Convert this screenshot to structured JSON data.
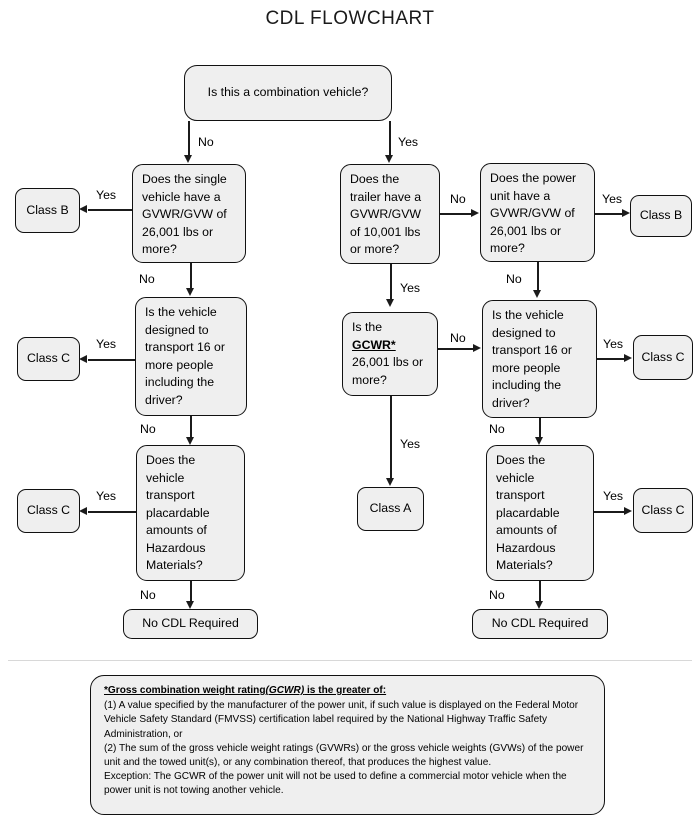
{
  "title": "CDL FLOWCHART",
  "colors": {
    "node_fill": "#efefef",
    "node_border": "#111111",
    "text": "#000000",
    "connector": "#1b1b1b"
  },
  "chart_data": {
    "type": "diagram",
    "title": "CDL FLOWCHART",
    "nodes": [
      {
        "id": "root",
        "label": "Is this a combination vehicle?"
      },
      {
        "id": "single_gvwr",
        "label": "Does the single vehicle have a GVWR/GVW of 26,001 lbs or more?"
      },
      {
        "id": "left_b",
        "label": "Class B"
      },
      {
        "id": "left_pax",
        "label": "Is the vehicle designed to transport 16 or more people including the driver?"
      },
      {
        "id": "left_c1",
        "label": "Class C"
      },
      {
        "id": "left_haz",
        "label": "Does the vehicle transport placardable amounts of Hazardous Materials?"
      },
      {
        "id": "left_c2",
        "label": "Class C"
      },
      {
        "id": "left_nocdl",
        "label": "No CDL Required"
      },
      {
        "id": "trailer_gvwr",
        "label": "Does the trailer have a GVWR/GVW of 10,001 lbs or more?"
      },
      {
        "id": "gcwr",
        "label": "Is the GCWR* 26,001 lbs or more?"
      },
      {
        "id": "class_a",
        "label": "Class A"
      },
      {
        "id": "power_gvwr",
        "label": "Does the power unit have a GVWR/GVW of 26,001 lbs  or more?"
      },
      {
        "id": "right_b",
        "label": "Class B"
      },
      {
        "id": "right_pax",
        "label": "Is the vehicle designed to transport 16 or more people including the driver?"
      },
      {
        "id": "right_c1",
        "label": "Class C"
      },
      {
        "id": "right_haz",
        "label": "Does the vehicle transport placardable amounts of Hazardous Materials?"
      },
      {
        "id": "right_c2",
        "label": "Class C"
      },
      {
        "id": "right_nocdl",
        "label": "No CDL Required"
      }
    ],
    "edges": [
      {
        "from": "root",
        "to": "single_gvwr",
        "label": "No"
      },
      {
        "from": "root",
        "to": "trailer_gvwr",
        "label": "Yes"
      },
      {
        "from": "single_gvwr",
        "to": "left_b",
        "label": "Yes"
      },
      {
        "from": "single_gvwr",
        "to": "left_pax",
        "label": "No"
      },
      {
        "from": "left_pax",
        "to": "left_c1",
        "label": "Yes"
      },
      {
        "from": "left_pax",
        "to": "left_haz",
        "label": "No"
      },
      {
        "from": "left_haz",
        "to": "left_c2",
        "label": "Yes"
      },
      {
        "from": "left_haz",
        "to": "left_nocdl",
        "label": "No"
      },
      {
        "from": "trailer_gvwr",
        "to": "power_gvwr",
        "label": "No"
      },
      {
        "from": "trailer_gvwr",
        "to": "gcwr",
        "label": "Yes"
      },
      {
        "from": "gcwr",
        "to": "class_a",
        "label": "Yes"
      },
      {
        "from": "gcwr",
        "to": "right_pax",
        "label": "No"
      },
      {
        "from": "power_gvwr",
        "to": "right_b",
        "label": "Yes"
      },
      {
        "from": "power_gvwr",
        "to": "right_pax",
        "label": "No"
      },
      {
        "from": "right_pax",
        "to": "right_c1",
        "label": "Yes"
      },
      {
        "from": "right_pax",
        "to": "right_haz",
        "label": "No"
      },
      {
        "from": "right_haz",
        "to": "right_c2",
        "label": "Yes"
      },
      {
        "from": "right_haz",
        "to": "right_nocdl",
        "label": "No"
      }
    ]
  },
  "nodes": {
    "root": "Is this a combination vehicle?",
    "single_gvwr": "Does the single vehicle have a GVWR/GVW of 26,001 lbs or more?",
    "left_b": "Class B",
    "left_pax": "Is the vehicle designed to transport 16 or more people including the driver?",
    "left_c1": "Class C",
    "left_haz": "Does the vehicle transport placardable amounts of Hazardous Materials?",
    "left_c2": "Class C",
    "left_nocdl": "No CDL Required",
    "trailer_gvwr": "Does the trailer have a GVWR/GVW of 10,001 lbs or more?",
    "gcwr_pre": "Is the ",
    "gcwr_term": "GCWR*",
    "gcwr_post": "26,001 lbs or more?",
    "class_a": "Class A",
    "power_gvwr": "Does the power unit have a GVWR/GVW of 26,001 lbs  or more?",
    "right_b": "Class B",
    "right_pax": "Is the vehicle designed to transport 16 or more people including the driver?",
    "right_c1": "Class C",
    "right_haz": "Does the vehicle transport placardable amounts of Hazardous Materials?",
    "right_c2": "Class C",
    "right_nocdl": "No CDL Required"
  },
  "edge_labels": {
    "root_no": "No",
    "root_yes": "Yes",
    "single_yes": "Yes",
    "single_no": "No",
    "leftpax_yes": "Yes",
    "leftpax_no": "No",
    "lefthaz_yes": "Yes",
    "lefthaz_no": "No",
    "trailer_no": "No",
    "trailer_yes": "Yes",
    "gcwr_no": "No",
    "gcwr_yes": "Yes",
    "power_yes": "Yes",
    "power_no": "No",
    "rightpax_yes": "Yes",
    "rightpax_no": "No",
    "righthaz_yes": "Yes",
    "righthaz_no": "No"
  },
  "footnote": {
    "heading_plain": "*Gross combination weight rating",
    "heading_italic": "(GCWR)",
    "heading_tail": " is the greater of:",
    "line1": "(1) A value specified by the manufacturer of the power unit, if such value is displayed on the Federal Motor Vehicle Safety Standard (FMVSS) certification label required by the National Highway Traffic Safety Administration, or",
    "line2": "(2) The sum of the gross vehicle weight ratings (GVWRs) or the gross vehicle weights (GVWs) of the power unit and the towed unit(s), or any combination thereof, that produces the highest value.",
    "line3": "Exception: The GCWR of the power unit will not be used to define a commercial motor vehicle when the power unit is not towing another vehicle."
  }
}
